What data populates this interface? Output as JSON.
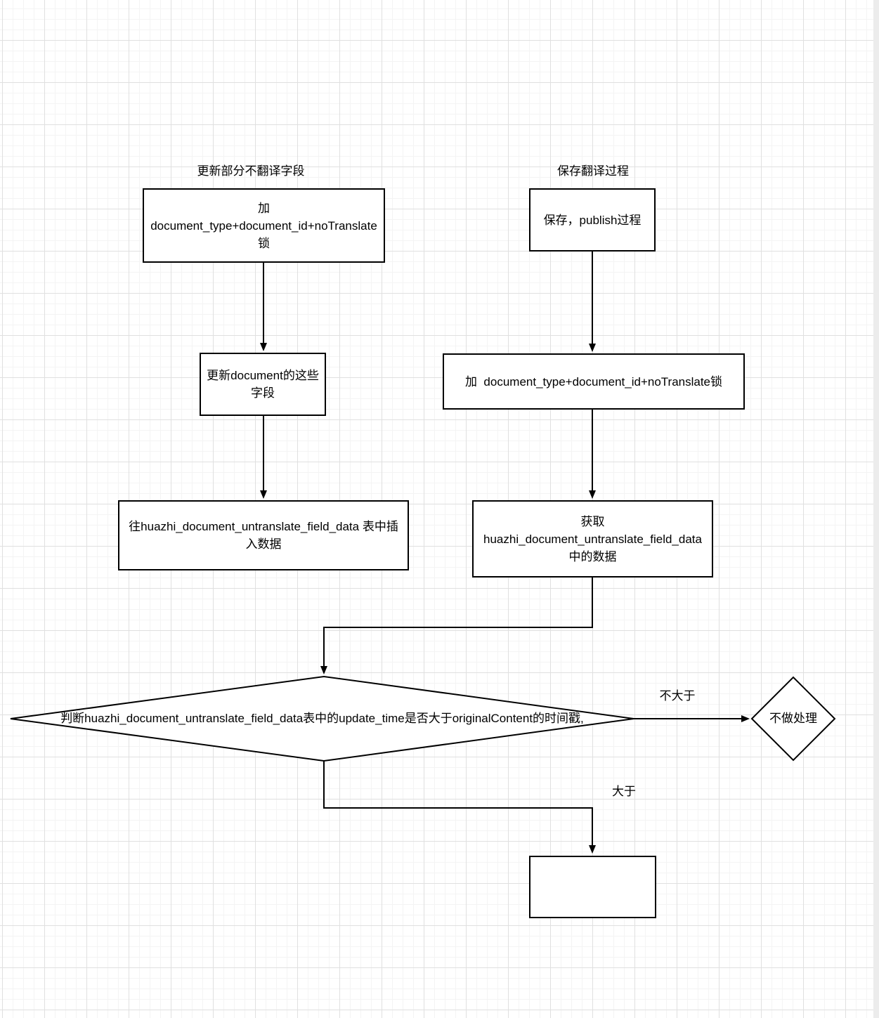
{
  "canvas": {
    "background_color": "#ffffff",
    "grid_minor_color": "#f4f4f4",
    "grid_major_color": "#e0e0e0",
    "stroke_color": "#000000",
    "text_color": "#000000"
  },
  "left_flow": {
    "title": "更新部分不翻译字段",
    "step1": "加\ndocument_type+document_id+noTranslate\n锁",
    "step2": "更新document的这些\n字段",
    "step3": "往huazhi_document_untranslate_field_data 表中插\n入数据"
  },
  "right_flow": {
    "title": "保存翻译过程",
    "step1": "保存，publish过程",
    "step2": "加  document_type+document_id+noTranslate锁",
    "step3": "获取\nhuazhi_document_untranslate_field_data\n中的数据"
  },
  "decision": {
    "question": "判断huazhi_document_untranslate_field_data表中的update_time是否大于originalContent的时间戳,",
    "branch_no_label": "不大于",
    "branch_no_node": "不做处理",
    "branch_yes_label": "大于",
    "branch_yes_node": ""
  }
}
